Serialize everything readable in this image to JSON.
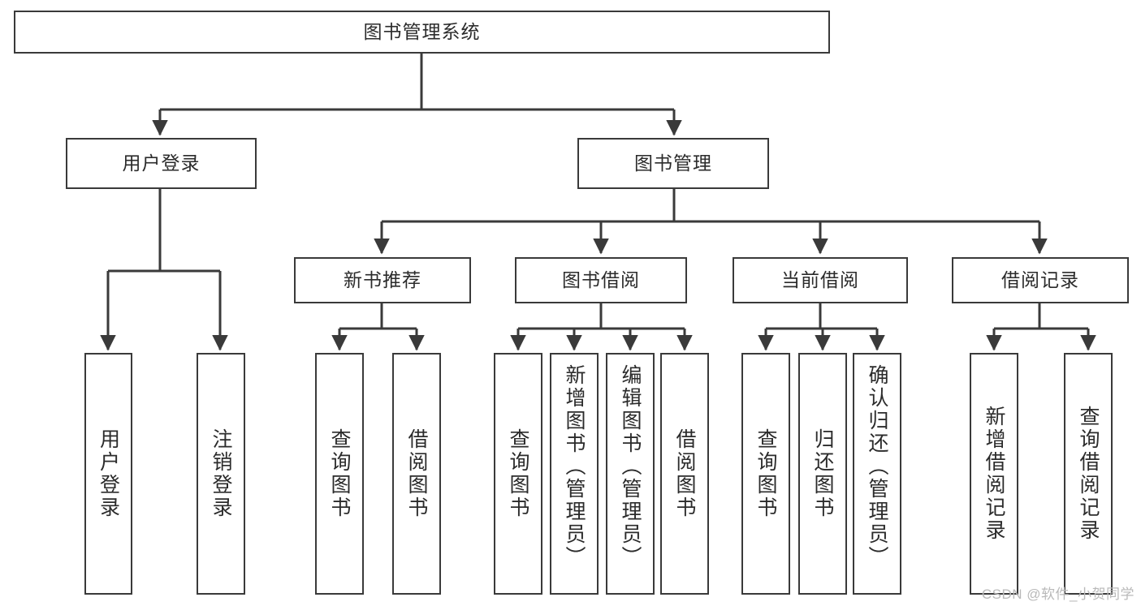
{
  "diagram": {
    "type": "tree-hierarchy",
    "title": "图书管理系统",
    "orientation": "top-down",
    "watermark": "CSDN @软件_小贺同学",
    "colors": {
      "box_border": "#3a3a3a",
      "box_fill": "#ffffff",
      "edge": "#3a3a3a",
      "text": "#2b2b2b",
      "watermark": "#b9b9b9",
      "background": "#ffffff"
    },
    "levels": [
      {
        "level": 0,
        "nodes": [
          {
            "id": "root",
            "label": "图书管理系统",
            "text_orientation": "horizontal"
          }
        ]
      },
      {
        "level": 1,
        "nodes": [
          {
            "id": "login",
            "label": "用户登录",
            "text_orientation": "horizontal",
            "parent": "root"
          },
          {
            "id": "bookmgmt",
            "label": "图书管理",
            "text_orientation": "horizontal",
            "parent": "root"
          }
        ]
      },
      {
        "level": 2,
        "nodes": [
          {
            "id": "newbook",
            "label": "新书推荐",
            "text_orientation": "horizontal",
            "parent": "bookmgmt"
          },
          {
            "id": "borrow",
            "label": "图书借阅",
            "text_orientation": "horizontal",
            "parent": "bookmgmt"
          },
          {
            "id": "current",
            "label": "当前借阅",
            "text_orientation": "horizontal",
            "parent": "bookmgmt"
          },
          {
            "id": "records",
            "label": "借阅记录",
            "text_orientation": "horizontal",
            "parent": "bookmgmt"
          }
        ]
      },
      {
        "level": 3,
        "nodes": [
          {
            "id": "leaf-1",
            "label": "用户登录",
            "text_orientation": "vertical",
            "parent": "login"
          },
          {
            "id": "leaf-2",
            "label": "注销登录",
            "text_orientation": "vertical",
            "parent": "login"
          },
          {
            "id": "leaf-3",
            "label": "查询图书",
            "text_orientation": "vertical",
            "parent": "newbook"
          },
          {
            "id": "leaf-4",
            "label": "借阅图书",
            "text_orientation": "vertical",
            "parent": "newbook"
          },
          {
            "id": "leaf-5",
            "label": "查询图书",
            "text_orientation": "vertical",
            "parent": "borrow"
          },
          {
            "id": "leaf-6",
            "label": "新增图书（管理员）",
            "text_orientation": "vertical",
            "parent": "borrow"
          },
          {
            "id": "leaf-7",
            "label": "编辑图书（管理员）",
            "text_orientation": "vertical",
            "parent": "borrow"
          },
          {
            "id": "leaf-8",
            "label": "借阅图书",
            "text_orientation": "vertical",
            "parent": "borrow"
          },
          {
            "id": "leaf-9",
            "label": "查询图书",
            "text_orientation": "vertical",
            "parent": "current"
          },
          {
            "id": "leaf-10",
            "label": "归还图书",
            "text_orientation": "vertical",
            "parent": "current"
          },
          {
            "id": "leaf-11",
            "label": "确认归还（管理员）",
            "text_orientation": "vertical",
            "parent": "current"
          },
          {
            "id": "leaf-12",
            "label": "新增借阅记录",
            "text_orientation": "vertical",
            "parent": "records"
          },
          {
            "id": "leaf-13",
            "label": "查询借阅记录",
            "text_orientation": "vertical",
            "parent": "records"
          }
        ]
      }
    ]
  }
}
